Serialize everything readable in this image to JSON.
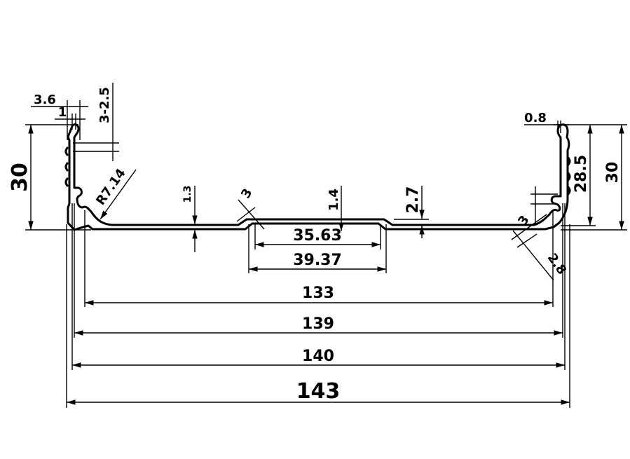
{
  "drawing": {
    "colors": {
      "line": "#000000",
      "background": "#ffffff"
    },
    "dimensions": {
      "overall_width": "143",
      "outer_width": "140",
      "inner_width": "139",
      "floor_width": "133",
      "groove_outer": "39.37",
      "groove_inner": "35.63",
      "height_left": "30",
      "height_right": "30",
      "inner_height_right": "28.5",
      "lip_width": "3.6",
      "lip_small": "1",
      "slot_spec": "3-2.5",
      "fillet_radius": "R7.14",
      "floor_thickness": "1.3",
      "chamfer": "3",
      "groove_depth": "1.4",
      "floor_offset": "2.7",
      "lip_right": "0.8",
      "slot_right": "3",
      "corner_right": "2.8"
    }
  }
}
